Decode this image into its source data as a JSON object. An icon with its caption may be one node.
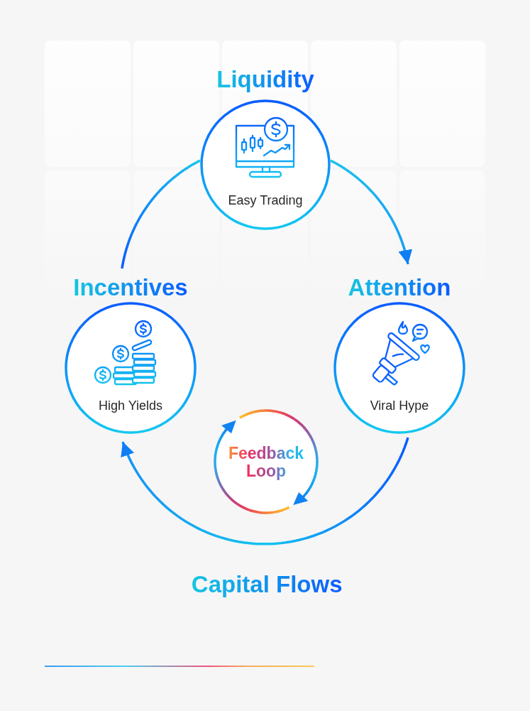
{
  "diagram": {
    "nodes": [
      {
        "text": [
          "Liquidity",
          "Easy Trading"
        ]
      },
      {
        "text": [
          "Incentives",
          "High Yields"
        ]
      },
      {
        "text": [
          "Attention",
          "Viral Hype"
        ]
      },
      {
        "text": [
          "Feedback Loop"
        ]
      }
    ],
    "edges": [
      {
        "from": 0,
        "to": 2,
        "arrow": "to"
      },
      {
        "from": 2,
        "to": 1,
        "arrow": "to",
        "label": "Capital Flows"
      },
      {
        "from": 1,
        "to": 0,
        "arrow": "none"
      }
    ]
  }
}
